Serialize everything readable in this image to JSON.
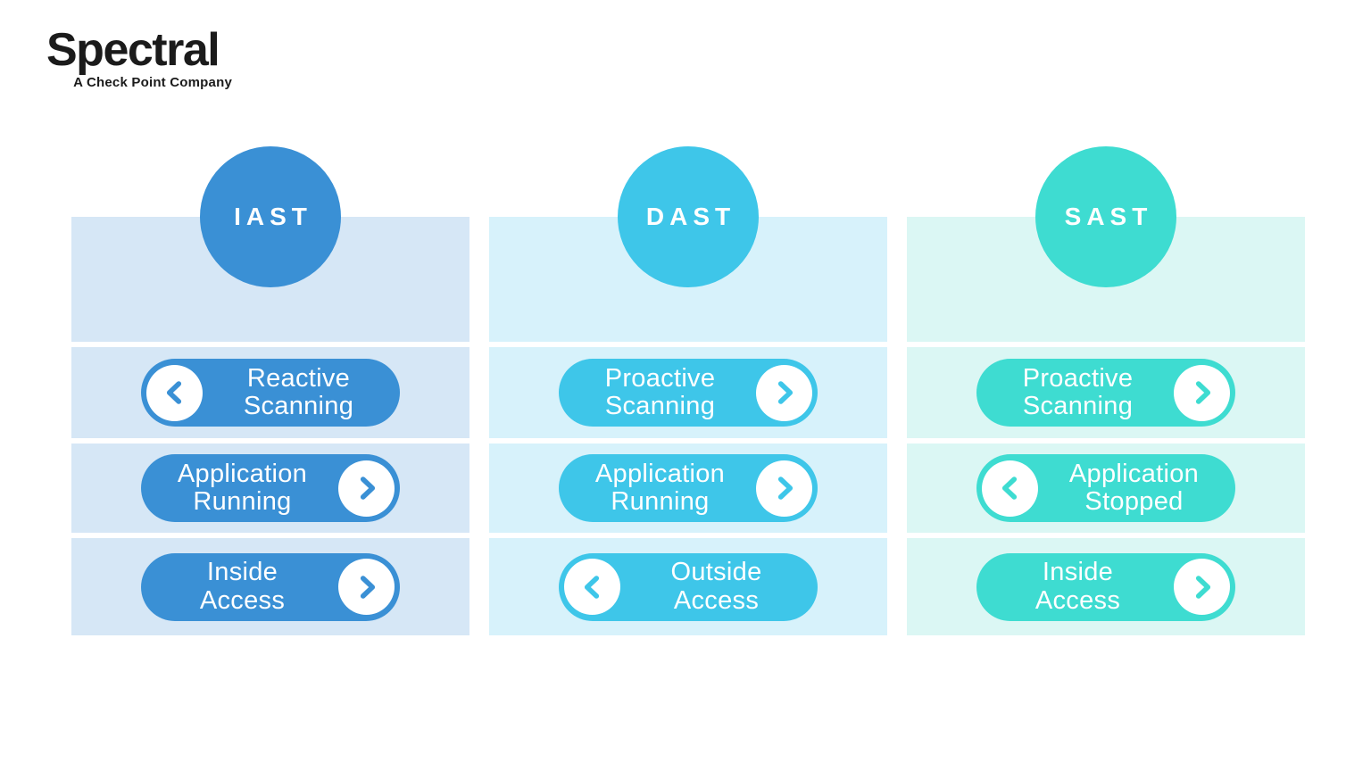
{
  "logo": {
    "brand": "Spectral",
    "tagline": "A Check Point Company",
    "color": "#1b1b1b"
  },
  "columns": [
    {
      "title": "IAST",
      "accent": "#3a90d5",
      "tint": "#d6e7f6",
      "pills": [
        {
          "line1": "Reactive",
          "line2": "Scanning",
          "chevron": "left"
        },
        {
          "line1": "Application",
          "line2": "Running",
          "chevron": "right"
        },
        {
          "line1": "Inside",
          "line2": "Access",
          "chevron": "right"
        }
      ]
    },
    {
      "title": "DAST",
      "accent": "#3ec6e9",
      "tint": "#d7f2fb",
      "pills": [
        {
          "line1": "Proactive",
          "line2": "Scanning",
          "chevron": "right"
        },
        {
          "line1": "Application",
          "line2": "Running",
          "chevron": "right"
        },
        {
          "line1": "Outside",
          "line2": "Access",
          "chevron": "left"
        }
      ]
    },
    {
      "title": "SAST",
      "accent": "#3edcd1",
      "tint": "#dbf7f4",
      "pills": [
        {
          "line1": "Proactive",
          "line2": "Scanning",
          "chevron": "right"
        },
        {
          "line1": "Application",
          "line2": "Stopped",
          "chevron": "left"
        },
        {
          "line1": "Inside",
          "line2": "Access",
          "chevron": "right"
        }
      ]
    }
  ]
}
